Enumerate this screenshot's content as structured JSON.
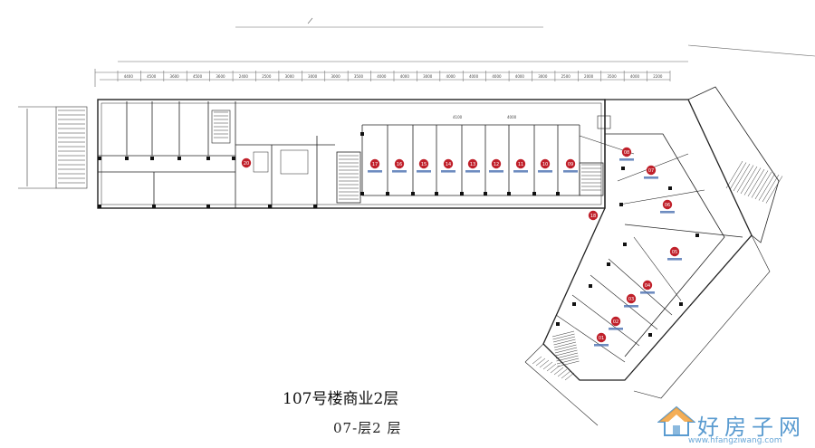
{
  "plan": {
    "title": "107号楼商业2层",
    "subtitle": "07-层2 层"
  },
  "watermark": {
    "brand": "好房子网",
    "url": "www.hfangziwang.com",
    "logo": "house-logo-icon",
    "colors": {
      "brand": "#5a9bd0",
      "roof": "#f2a03a"
    }
  },
  "dimensions_top": [
    "4400",
    "4500",
    "3600",
    "4500",
    "3600",
    "2400",
    "2500",
    "3000",
    "3000",
    "3000",
    "3500",
    "4000",
    "4000",
    "3000",
    "4000",
    "4000",
    "4000",
    "4000",
    "3000",
    "2500",
    "2000",
    "3500",
    "4000",
    "2200"
  ],
  "dimensions_mid": [
    "4100",
    "4000"
  ],
  "unit_markers": {
    "straight": [
      "17",
      "16",
      "15",
      "14",
      "13",
      "12",
      "11",
      "10",
      "09"
    ],
    "wing": [
      "08",
      "07",
      "06",
      "05",
      "04",
      "03",
      "02",
      "01"
    ],
    "other": [
      "20",
      "18"
    ]
  },
  "colors": {
    "marker": "#c0202a",
    "wall": "#222222",
    "line": "#555555"
  }
}
